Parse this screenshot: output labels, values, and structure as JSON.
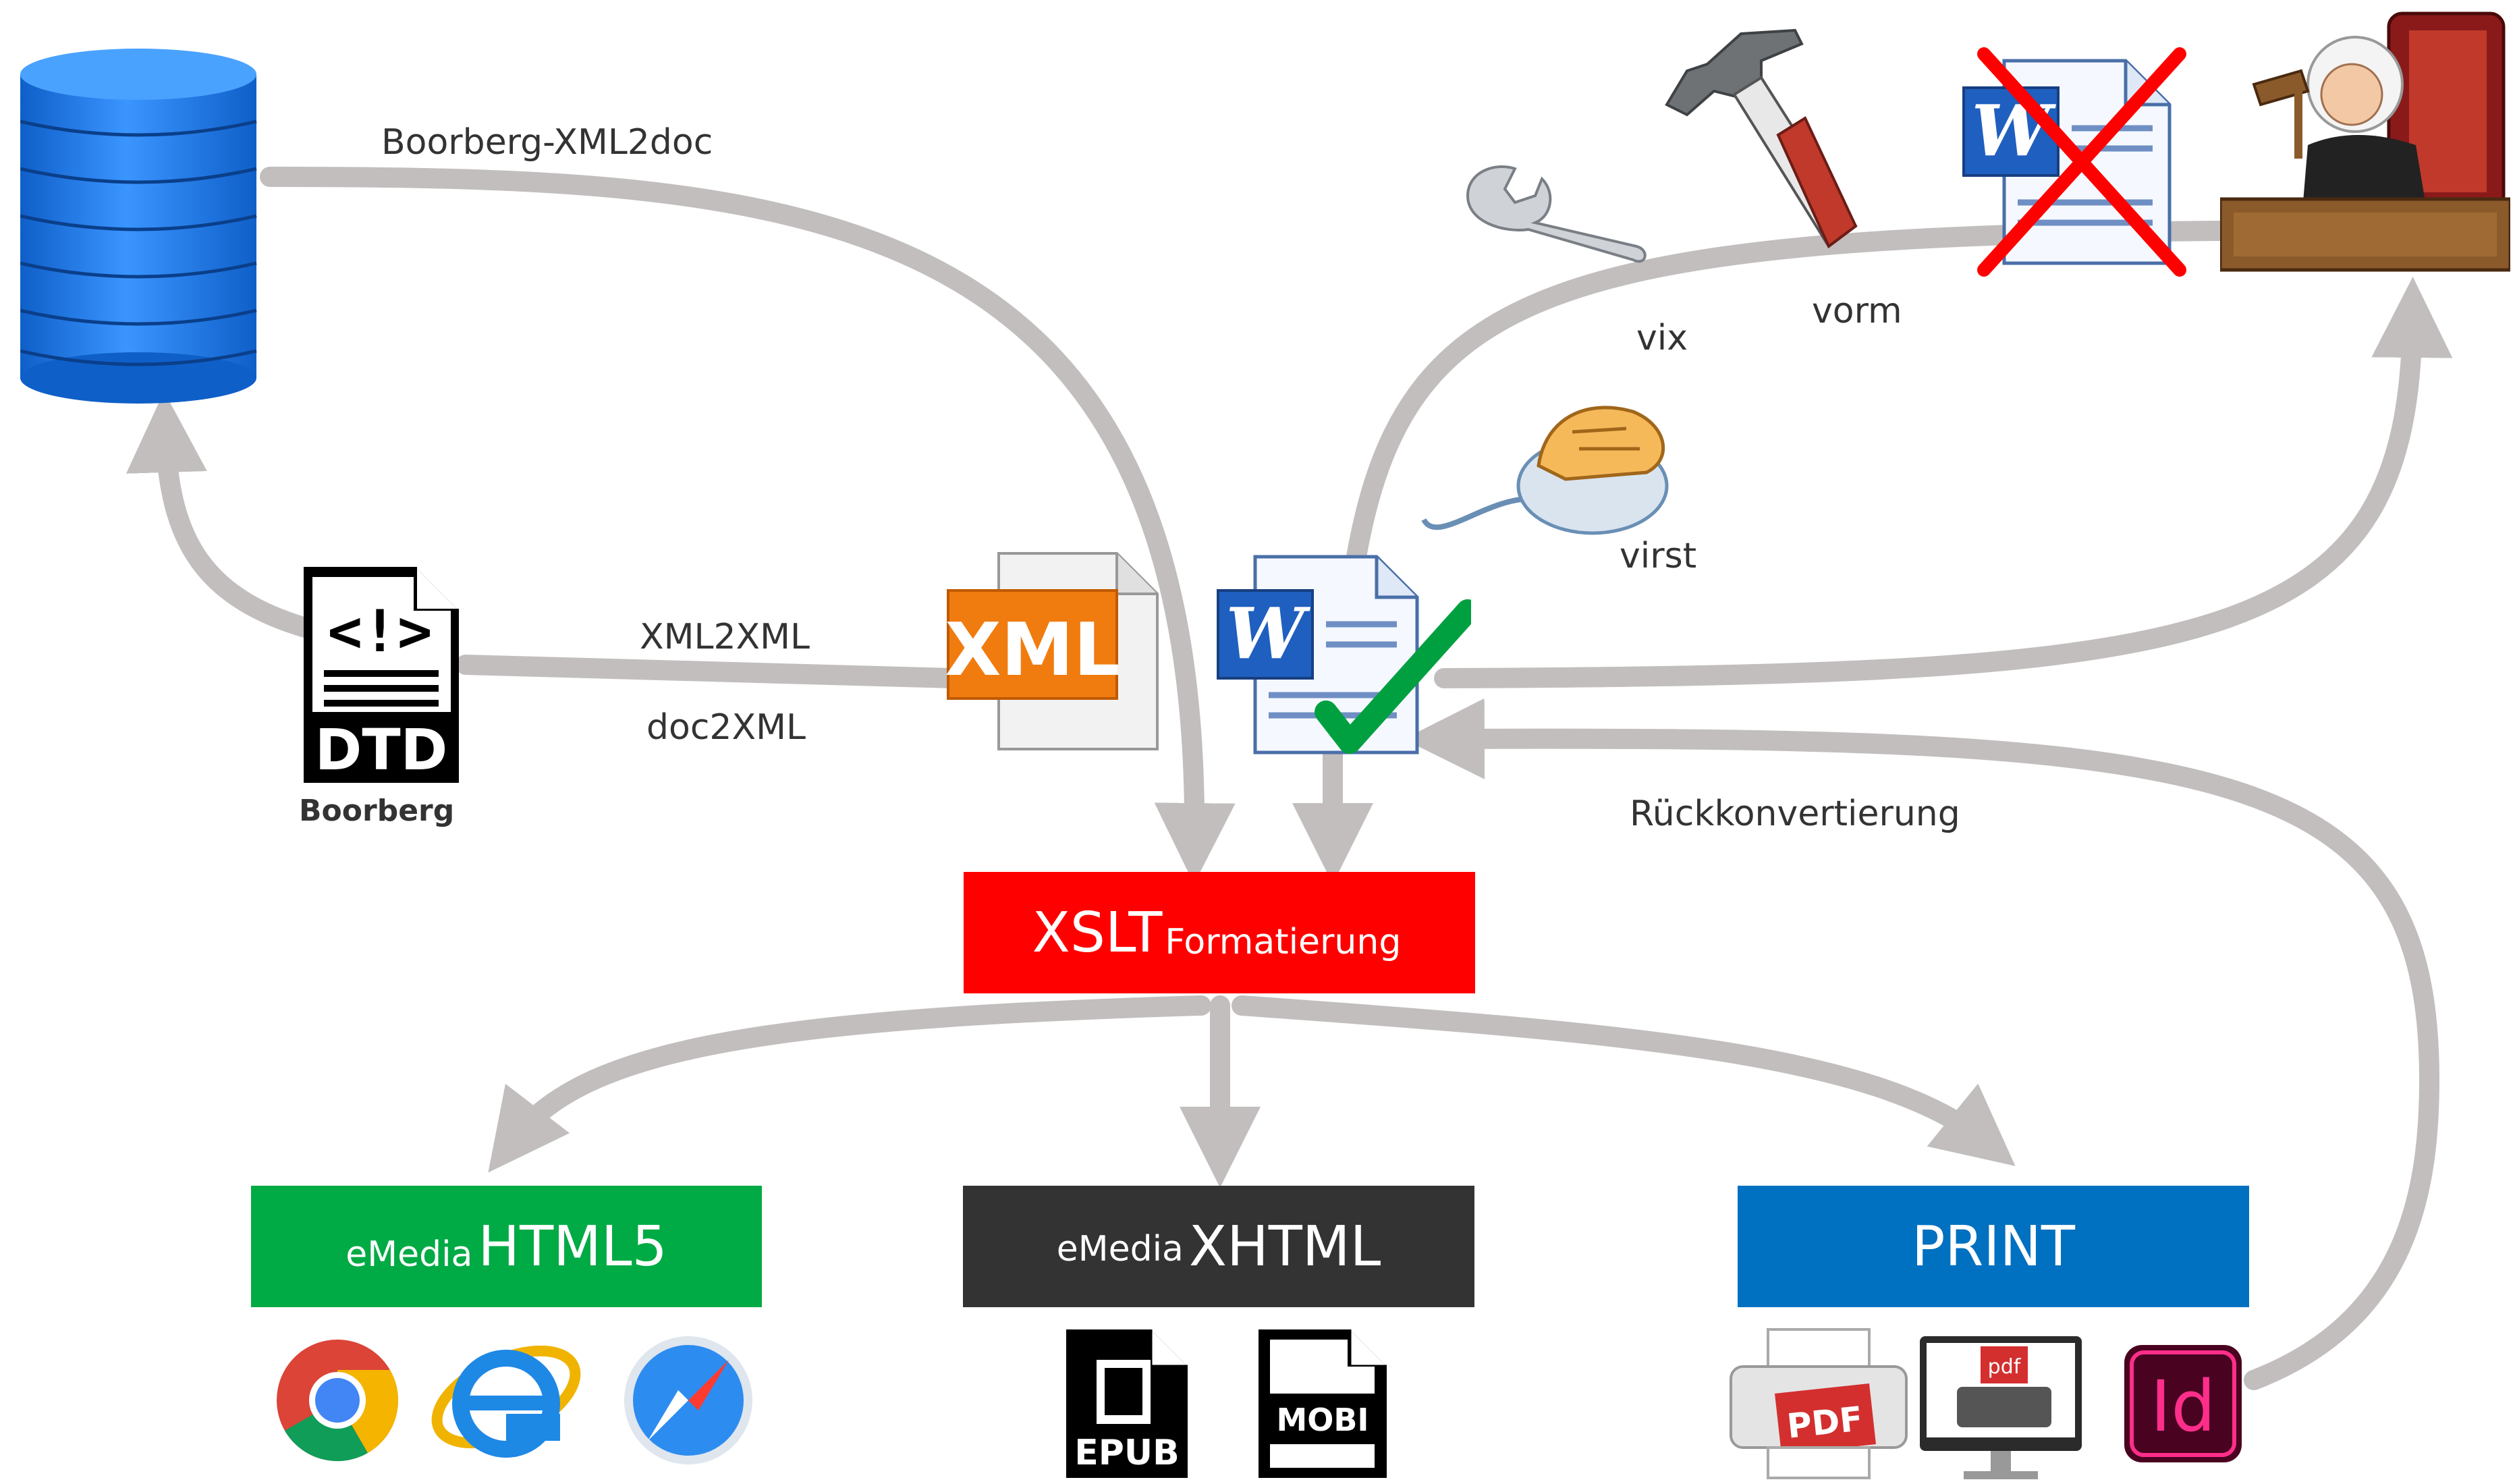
{
  "labels": {
    "boorberg_xml2doc": "Boorberg-XML2doc",
    "xml2xml": "XML2XML",
    "doc2xml": "doc2XML",
    "vix": "vix",
    "vorm": "vorm",
    "virst": "virst",
    "rueckkonvertierung": "Rückkonvertierung",
    "boorberg": "Boorberg"
  },
  "icons": {
    "dtd": {
      "code": "<!>",
      "text": "DTD"
    },
    "xml": {
      "text": "XML"
    },
    "word": {
      "letter": "W"
    },
    "epub": {
      "text": "EPUB"
    },
    "mobi": {
      "text": "MOBI"
    },
    "pdf": {
      "text": "PDF"
    },
    "pdf_small": {
      "text": "pdf"
    },
    "indesign": {
      "text": "Id"
    }
  },
  "boxes": {
    "xslt": {
      "main": "XSLT",
      "sub": "Formatierung",
      "color": "#ff0000"
    },
    "html5": {
      "sub": "eMedia",
      "main": "HTML5",
      "color": "#00aa44"
    },
    "xhtml": {
      "sub": "eMedia",
      "main": "XHTML",
      "color": "#333333"
    },
    "print": {
      "main": "PRINT",
      "color": "#0070c0"
    }
  },
  "colors": {
    "arrow": "#c2bebe",
    "database": "#1f7ae8",
    "xml_orange": "#f07c10",
    "check_green": "#00a040",
    "cross_red": "#ff0000",
    "indesign_pink": "#ff2e8b"
  }
}
